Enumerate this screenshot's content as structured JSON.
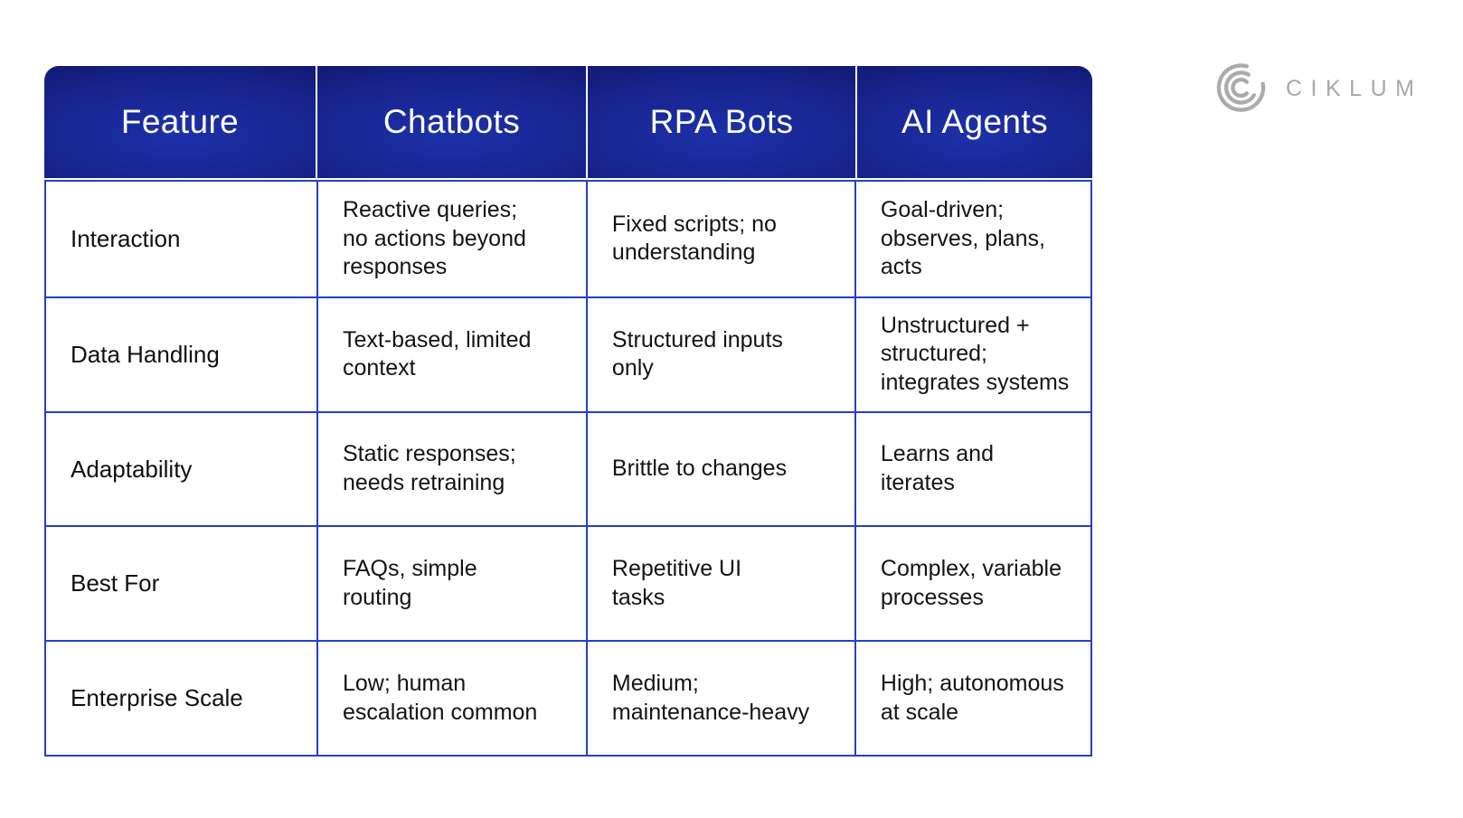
{
  "page": {
    "background": "#ffffff"
  },
  "logo": {
    "wordmark": "CIKLUM",
    "color": "#a8a8a8",
    "icon": "ciklum-arcs-icon"
  },
  "table": {
    "border_color": "#2342c4",
    "header_gradient": {
      "center": "#1d31aa",
      "mid": "#17228a",
      "edge": "#0b1157"
    },
    "header_text_color": "#ffffff",
    "body_text_color": "#141414",
    "columns": [
      {
        "label": "Feature"
      },
      {
        "label": "Chatbots"
      },
      {
        "label": "RPA Bots"
      },
      {
        "label": "AI Agents"
      }
    ],
    "rows": [
      {
        "feature": "Interaction",
        "chatbots": "Reactive queries;\nno actions beyond\nresponses",
        "rpa": "Fixed scripts; no\nunderstanding",
        "ai": "Goal-driven;\nobserves, plans,\nacts"
      },
      {
        "feature": "Data Handling",
        "chatbots": "Text-based, limited\ncontext",
        "rpa": "Structured inputs\nonly",
        "ai": "Unstructured +\nstructured;\nintegrates systems"
      },
      {
        "feature": "Adaptability",
        "chatbots": "Static responses;\nneeds retraining",
        "rpa": "Brittle to changes",
        "ai": "Learns and\niterates"
      },
      {
        "feature": "Best For",
        "chatbots": "FAQs, simple\nrouting",
        "rpa": "Repetitive UI\ntasks",
        "ai": "Complex, variable\nprocesses"
      },
      {
        "feature": "Enterprise Scale",
        "chatbots": "Low; human\nescalation common",
        "rpa": "Medium;\nmaintenance-heavy",
        "ai": "High; autonomous\nat scale"
      }
    ]
  }
}
